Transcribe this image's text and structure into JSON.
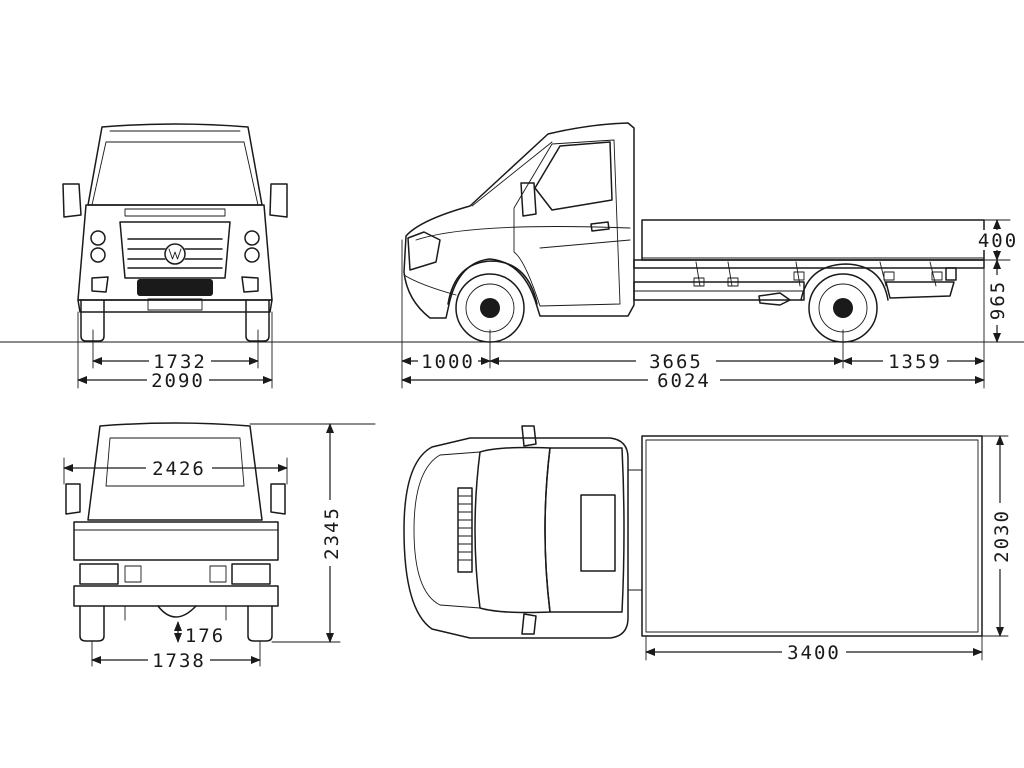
{
  "views": {
    "front": {
      "track": "1732",
      "overall_width": "2090"
    },
    "side": {
      "front_overhang": "1000",
      "wheelbase": "3665",
      "rear_overhang": "1359",
      "overall_length": "6024",
      "bed_side_height": "400",
      "bed_floor_height": "965"
    },
    "rear": {
      "width_with_mirrors": "2426",
      "overall_height": "2345",
      "ground_clearance": "176",
      "rear_track": "1738"
    },
    "top": {
      "bed_width": "2030",
      "bed_length": "3400"
    }
  },
  "colors": {
    "line": "#1a1a1a",
    "background": "#ffffff"
  }
}
